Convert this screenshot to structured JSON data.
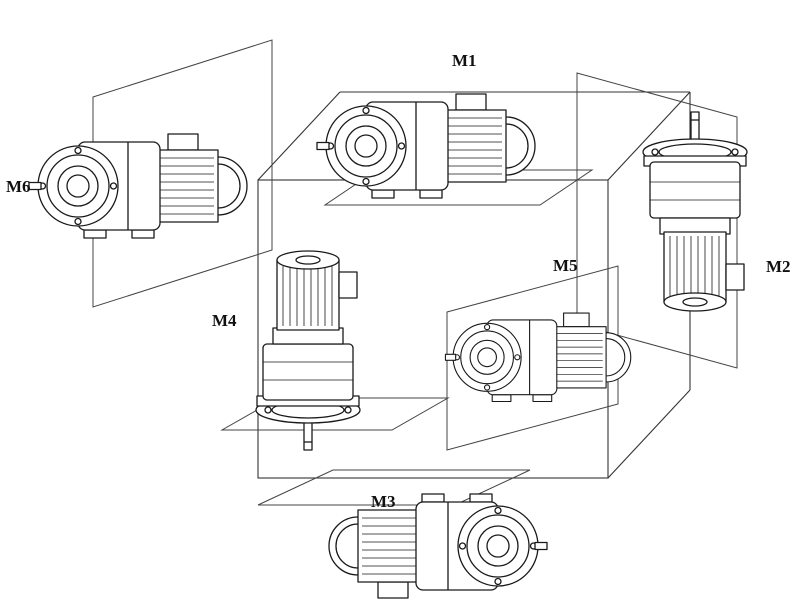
{
  "page": {
    "background": "#ffffff",
    "line_color": "#1a1a1a",
    "plane_line_color": "#444444"
  },
  "diagram": {
    "kind": "gearmotor-mounting-positions",
    "positions": [
      {
        "id": "m1",
        "label": "M1"
      },
      {
        "id": "m2",
        "label": "M2"
      },
      {
        "id": "m3",
        "label": "M3"
      },
      {
        "id": "m4",
        "label": "M4"
      },
      {
        "id": "m5",
        "label": "M5"
      },
      {
        "id": "m6",
        "label": "M6"
      }
    ]
  }
}
